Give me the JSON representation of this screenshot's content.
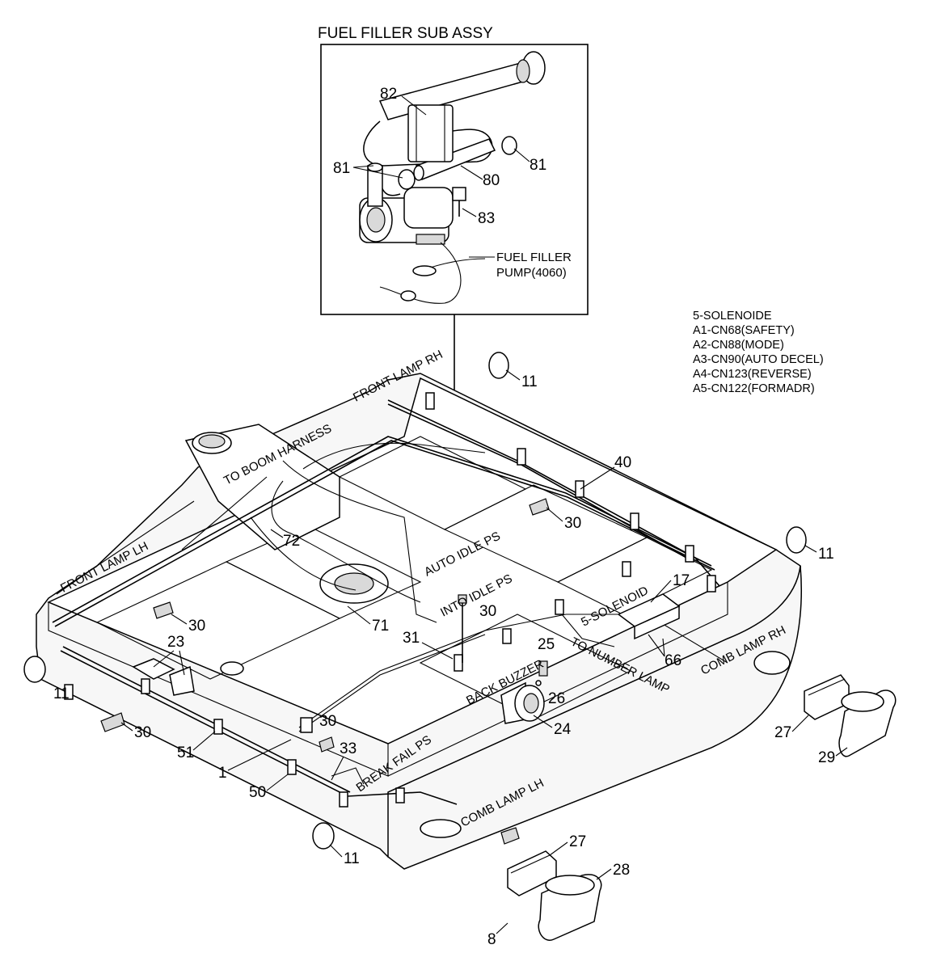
{
  "inset": {
    "title": "FUEL FILLER SUB ASSY",
    "pump_label_line1": "FUEL FILLER",
    "pump_label_line2": "PUMP(4060)",
    "callouts": [
      "82",
      "81",
      "81",
      "80",
      "83"
    ]
  },
  "legend": {
    "lines": [
      "5-SOLENOIDE",
      "A1-CN68(SAFETY)",
      "A2-CN88(MODE)",
      "A3-CN90(AUTO DECEL)",
      "A4-CN123(REVERSE)",
      "A5-CN122(FORMADR)"
    ]
  },
  "labels": {
    "front_lamp_rh": "FRONT LAMP RH",
    "front_lamp_lh": "FRONT LAMP LH",
    "to_boom_harness": "TO BOOM HARNESS",
    "auto_idle_ps": "AUTO IDLE PS",
    "into_idle_ps": "INTO IDLE PS",
    "five_solenoid": "5-SOLENOID",
    "to_number_lamp": "TO NUMBER LAMP",
    "comb_lamp_rh": "COMB LAMP RH",
    "back_buzzer": "BACK BUZZER",
    "break_fail_ps": "BREAK FAIL PS",
    "comb_lamp_lh": "COMB LAMP LH"
  },
  "callouts": {
    "n11a": "11",
    "n11b": "11",
    "n11c": "11",
    "n11d": "11",
    "n40": "40",
    "n30a": "30",
    "n30b": "30",
    "n30c": "30",
    "n30d": "30",
    "n30e": "30",
    "n72": "72",
    "n71": "71",
    "n17": "17",
    "n66": "66",
    "n23": "23",
    "n31": "31",
    "n25": "25",
    "n26": "26",
    "n24": "24",
    "n27a": "27",
    "n27b": "27",
    "n29": "29",
    "n28": "28",
    "n8": "8",
    "n51": "51",
    "n1": "1",
    "n33": "33",
    "n50": "50"
  }
}
